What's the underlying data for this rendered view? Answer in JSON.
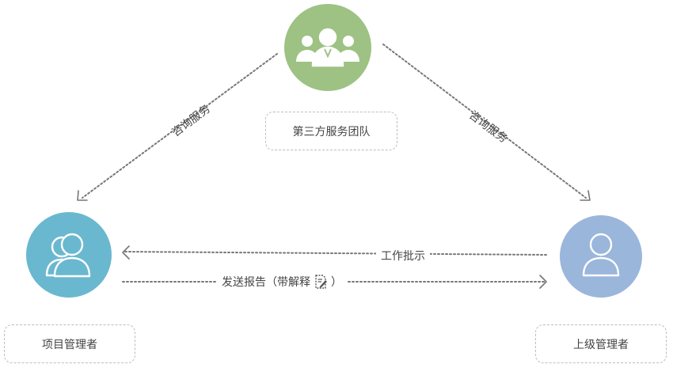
{
  "nodes": {
    "third_party": {
      "label": "第三方服务团队",
      "color": "#9dc283"
    },
    "project_manager": {
      "label": "项目管理者",
      "color": "#6ab8cf"
    },
    "superior_manager": {
      "label": "上级管理者",
      "color": "#9ab6db"
    }
  },
  "edges": {
    "consult_left": "咨询服务",
    "consult_right": "咨询服务",
    "work_instruction": "工作批示",
    "send_report": "发送报告（带解释",
    "send_report_close": "）"
  },
  "icons": {
    "group": "group-people-icon",
    "pair": "two-people-icon",
    "single": "person-icon",
    "document": "document-edit-icon"
  }
}
